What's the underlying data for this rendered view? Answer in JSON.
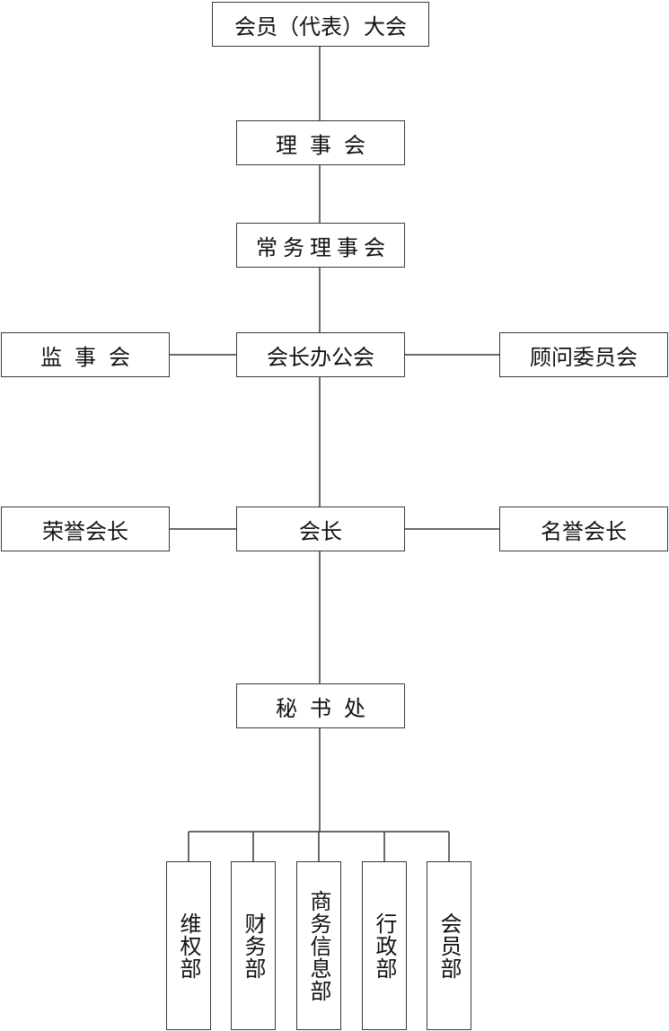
{
  "nodes": {
    "general_assembly": "会员（代表）大会",
    "council": "理事会",
    "standing_council": "常务理事会",
    "supervisory_board": "监事会",
    "presidents_office": "会长办公会",
    "advisory_committee": "顾问委员会",
    "honorary_president": "荣誉会长",
    "president": "会长",
    "emeritus_president": "名誉会长",
    "secretariat": "秘书处"
  },
  "departments": [
    "维权部",
    "财务部",
    "商务信息部",
    "行政部",
    "会员部"
  ],
  "colors": {
    "line": "#3a3a3a",
    "text": "#111111",
    "background": "#ffffff"
  }
}
